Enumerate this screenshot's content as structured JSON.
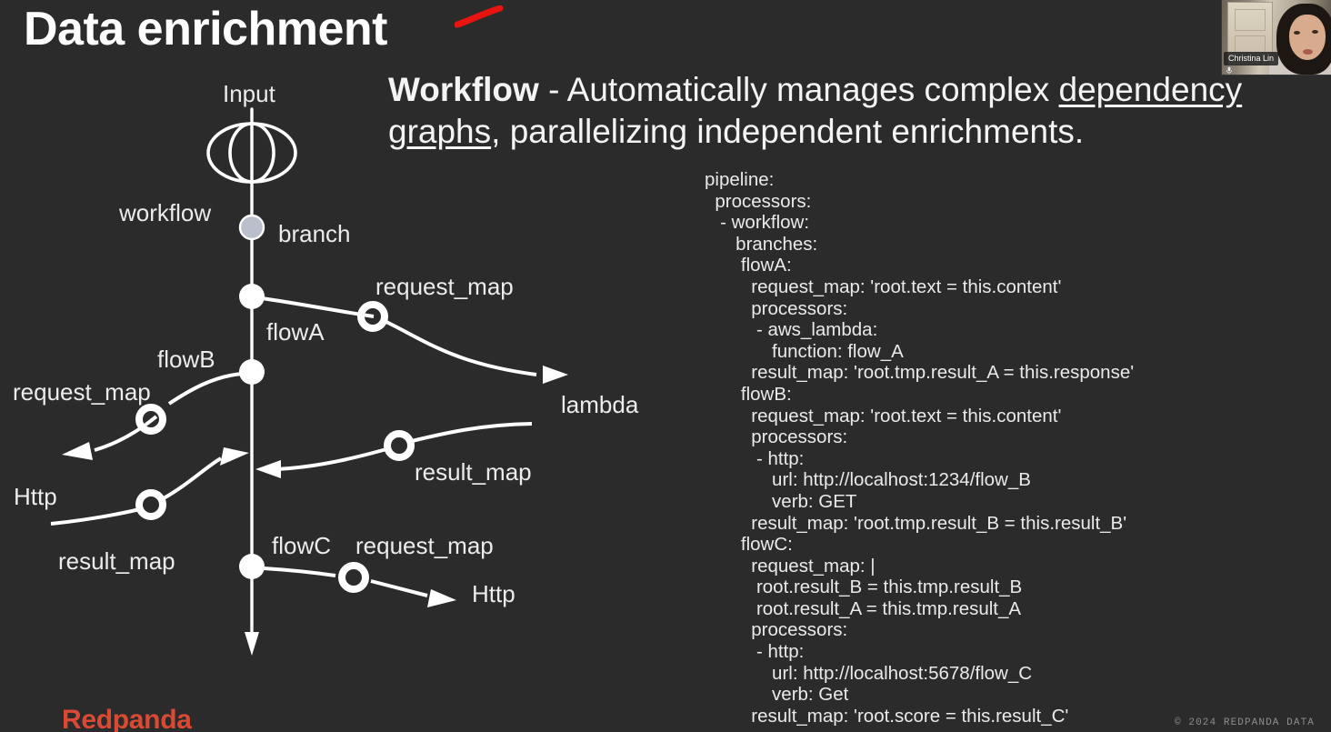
{
  "slide": {
    "title": "Data enrichment",
    "background_color": "#2b2b2b",
    "accent_color": "#d94a34",
    "annotation_color": "#e8140f"
  },
  "headline": {
    "bold_lead": "Workflow",
    "separator": " - ",
    "part1": "Automatically manages complex ",
    "underlined1": "dependency",
    "underlined2": "graphs",
    "part2": ", parallelizing independent enrichments."
  },
  "webcam": {
    "participant_name": "Christina Lin"
  },
  "diagram": {
    "labels": {
      "input": "Input",
      "workflow": "workflow",
      "branch": "branch",
      "flowA": "flowA",
      "flowB": "flowB",
      "flowC": "flowC",
      "request_map_a": "request_map",
      "request_map_b": "request_map",
      "request_map_c": "request_map",
      "result_map_lambda": "result_map",
      "result_map_http": "result_map",
      "lambda": "lambda",
      "http_left": "Http",
      "http_right": "Http"
    }
  },
  "yaml": {
    "lines": [
      "pipeline:",
      "  processors:",
      "   - workflow:",
      "      branches:",
      "       flowA:",
      "         request_map: 'root.text = this.content'",
      "         processors:",
      "          - aws_lambda:",
      "             function: flow_A",
      "         result_map: 'root.tmp.result_A = this.response'",
      "       flowB:",
      "         request_map: 'root.text = this.content'",
      "         processors:",
      "          - http:",
      "             url: http://localhost:1234/flow_B",
      "             verb: GET",
      "         result_map: 'root.tmp.result_B = this.result_B'",
      "       flowC:",
      "         request_map: |",
      "          root.result_B = this.tmp.result_B",
      "          root.result_A = this.tmp.result_A",
      "         processors:",
      "          - http:",
      "             url: http://localhost:5678/flow_C",
      "             verb: Get",
      "         result_map: 'root.score = this.result_C'"
    ]
  },
  "footer": {
    "logo": "Redpanda",
    "copyright": "© 2024 REDPANDA DATA"
  }
}
